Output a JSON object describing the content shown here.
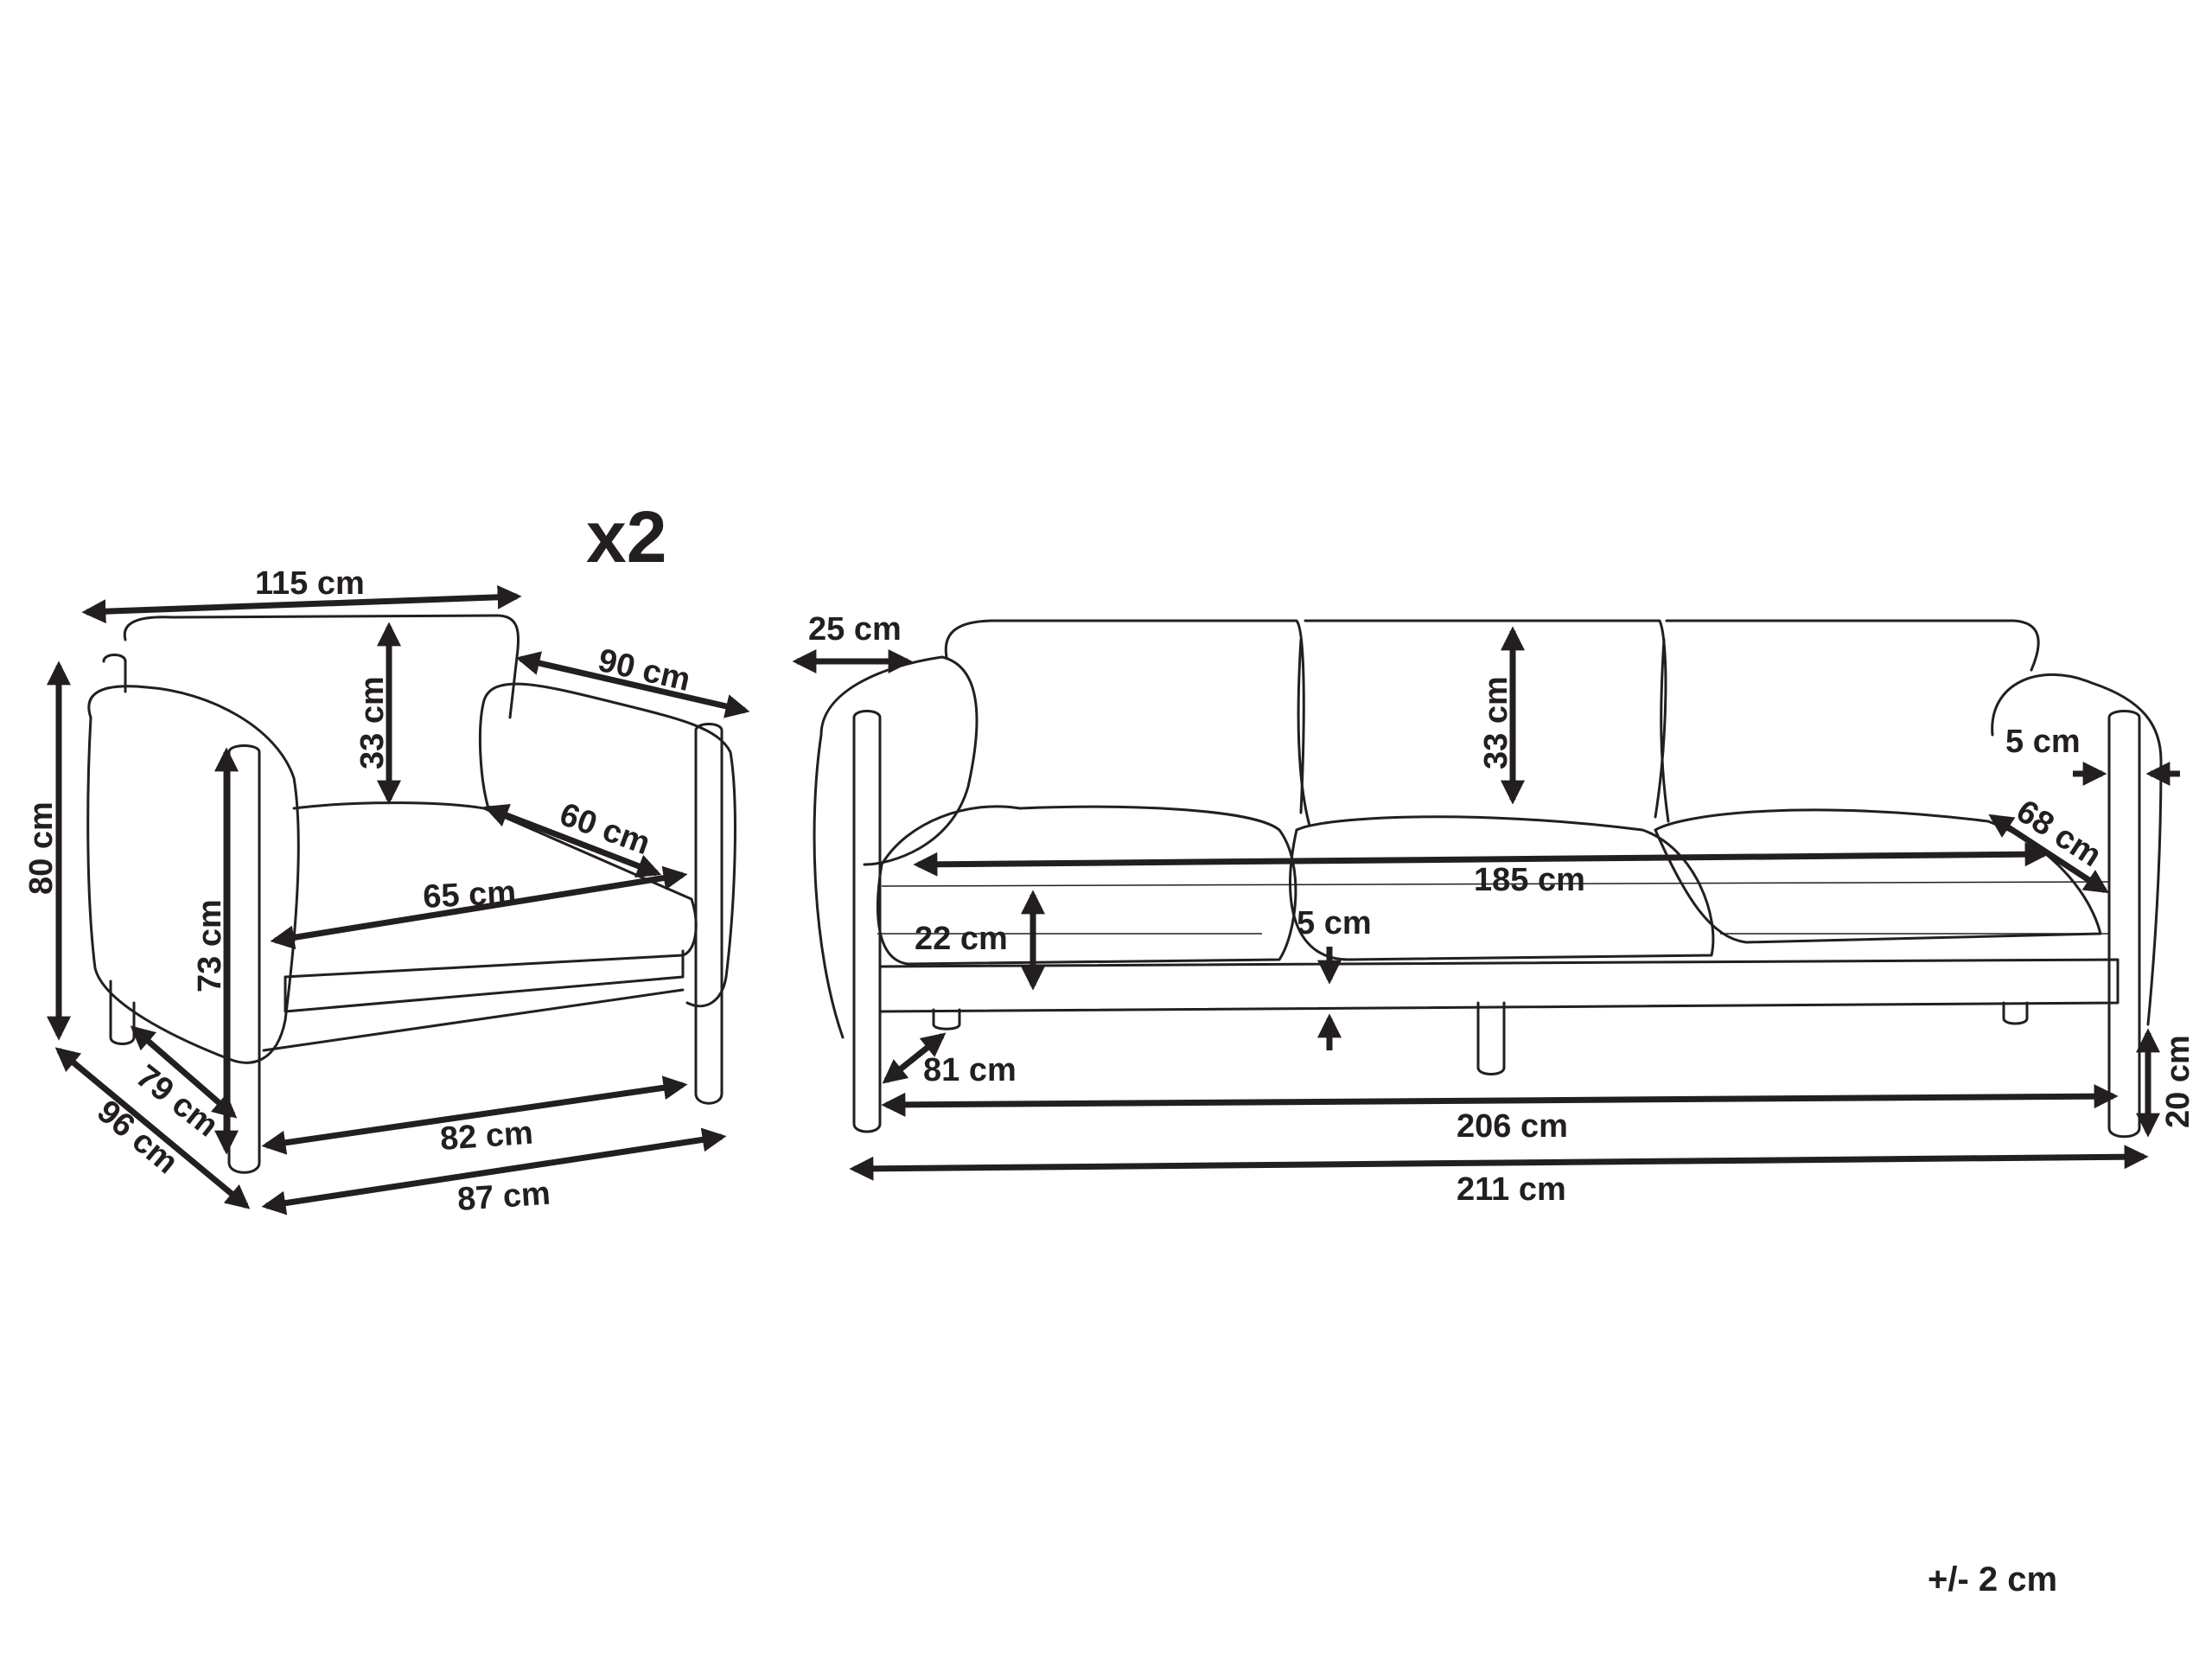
{
  "multiplier": "x2",
  "tolerance": "+/- 2 cm",
  "armchair": {
    "width_top": "115 cm",
    "back_cushion_height": "33 cm",
    "arm_length": "90 cm",
    "height_total": "80 cm",
    "seat_depth": "60 cm",
    "seat_width": "65 cm",
    "arm_height": "73 cm",
    "inner_depth": "79 cm",
    "total_depth": "96 cm",
    "base_width": "82 cm",
    "total_width": "87 cm"
  },
  "sofa": {
    "arm_width": "25 cm",
    "back_cushion_height": "33 cm",
    "leg_diameter": "5 cm",
    "seat_depth": "68 cm",
    "seat_width": "185 cm",
    "seat_thickness": "22 cm",
    "frame_thickness": "5 cm",
    "total_depth": "81 cm",
    "base_width": "206 cm",
    "total_width": "211 cm",
    "leg_height": "20 cm"
  }
}
